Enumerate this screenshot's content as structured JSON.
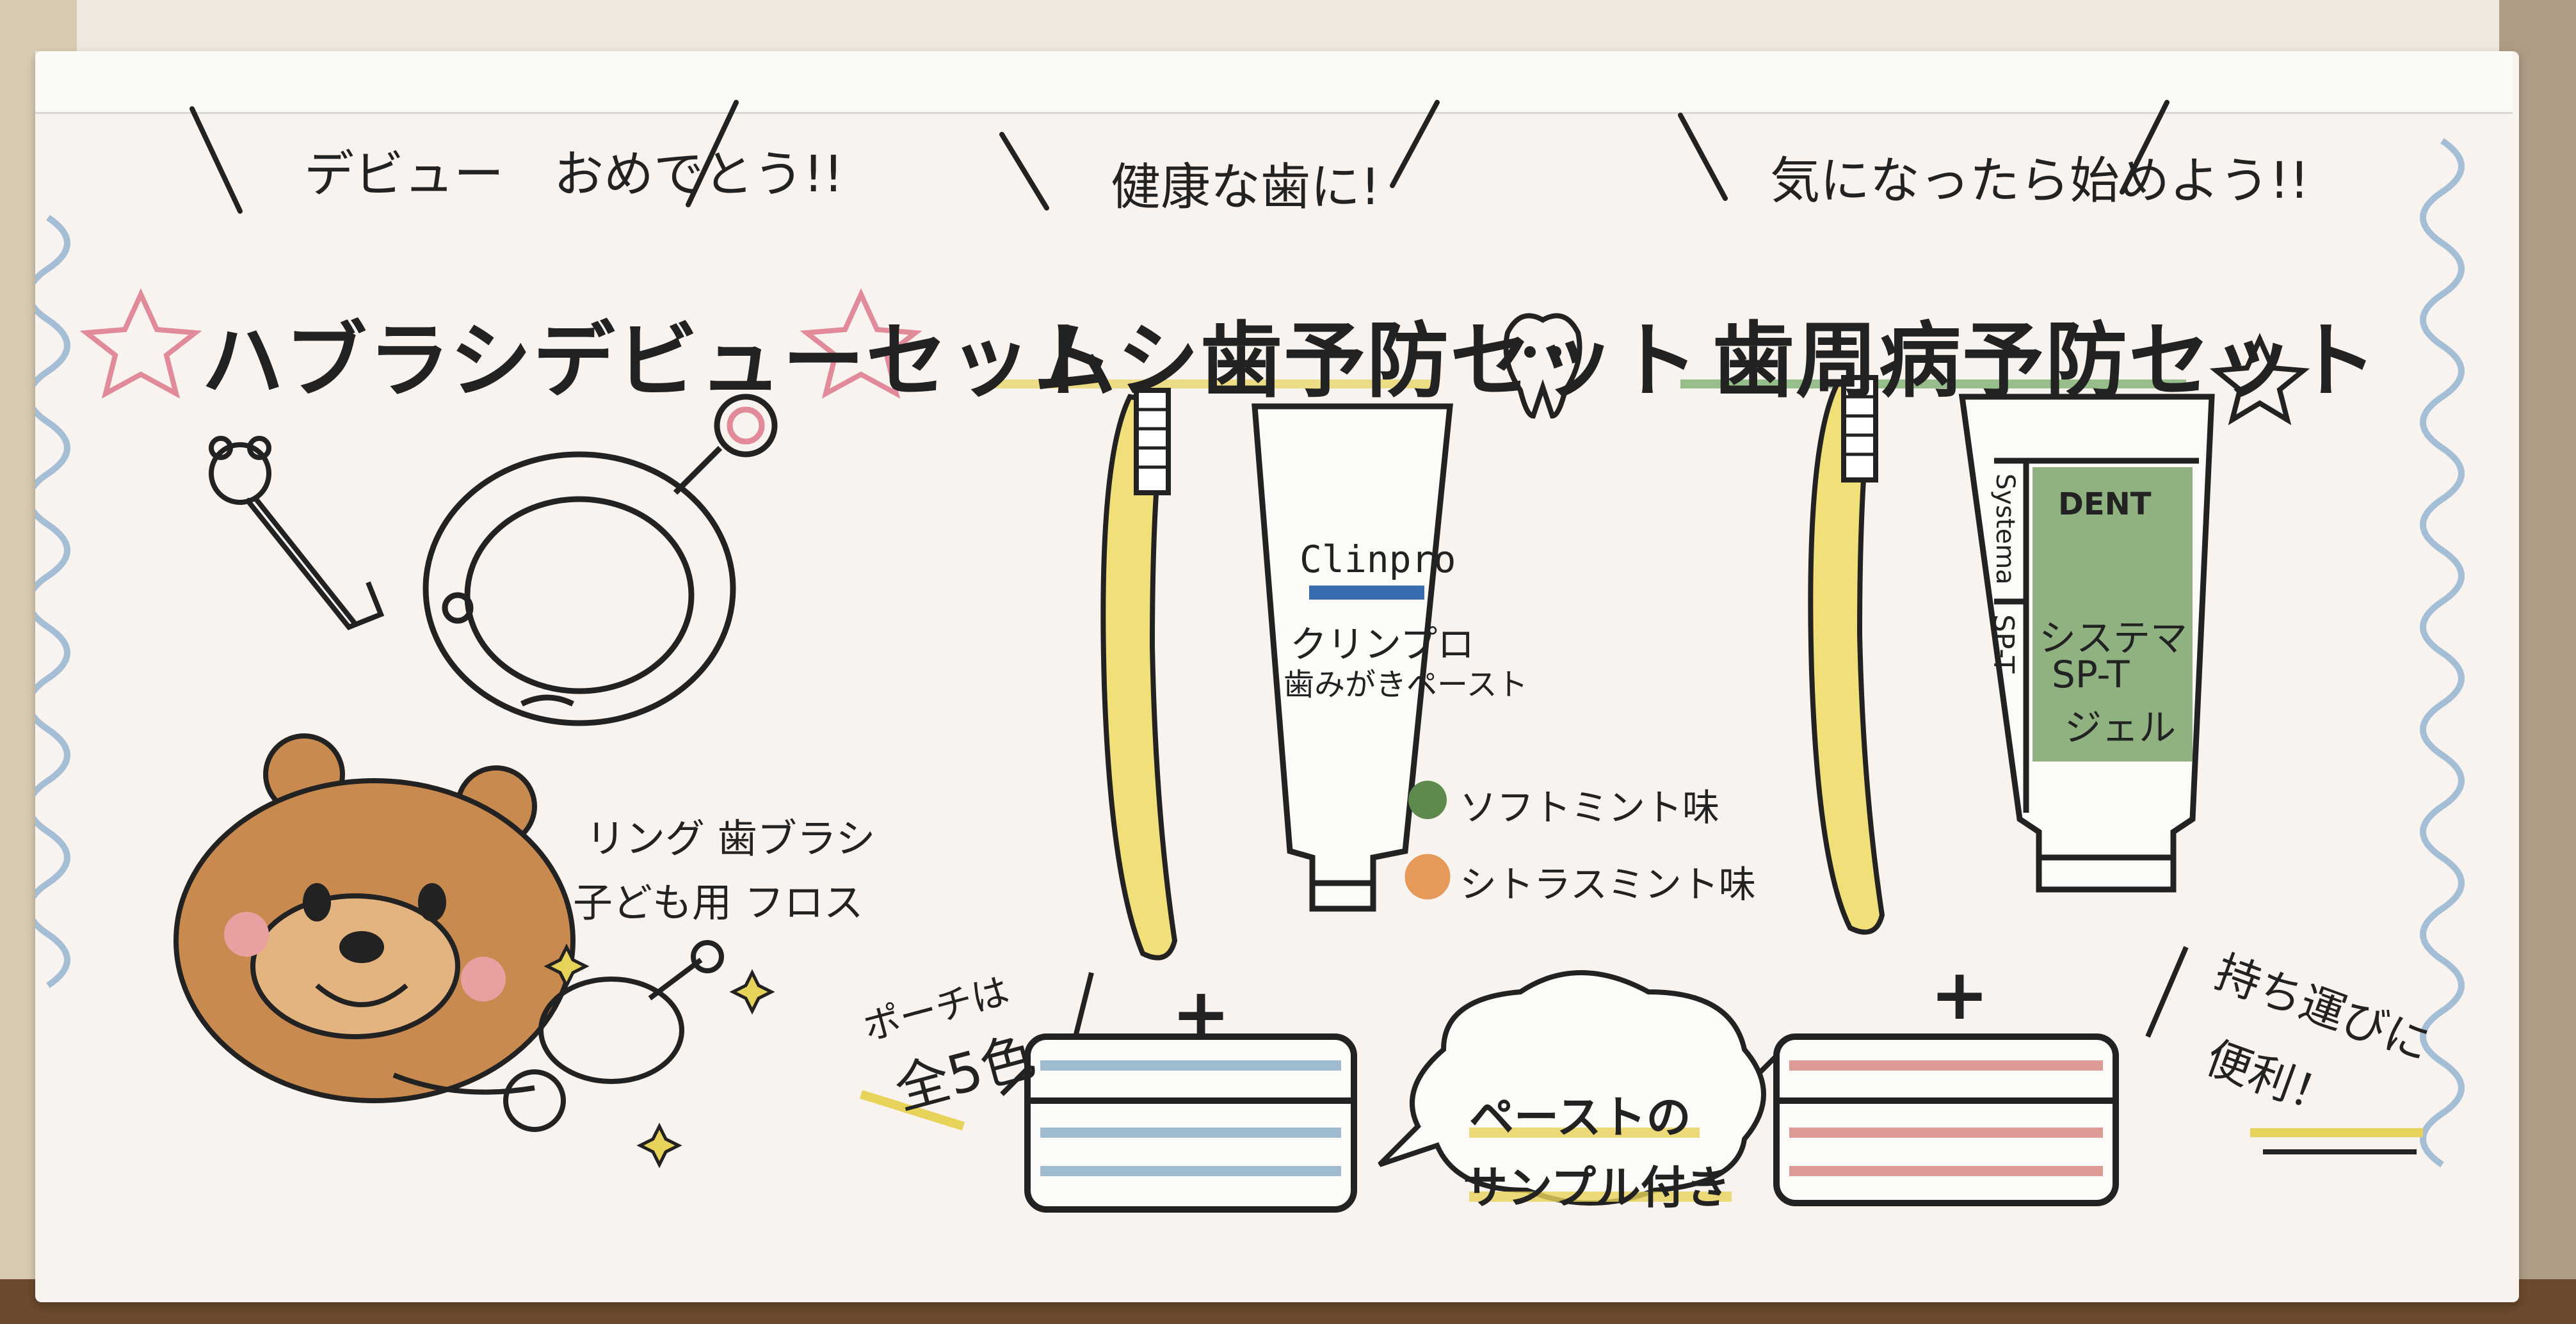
{
  "sets": [
    {
      "tagline": "デビュー　おめでとう!!",
      "title": "ハブラシデビューセット",
      "items": [
        "リング 歯ブラシ",
        "子ども用 フロス"
      ]
    },
    {
      "tagline": "健康な歯に!",
      "title": "ムシ歯予防セット",
      "paste_brand": "Clinpro",
      "paste_name_line1": "クリンプロ",
      "paste_name_line2": "歯みがきペースト",
      "flavors": [
        "ソフトミント味",
        "シトラスミント味"
      ]
    },
    {
      "tagline": "気になったら始めよう!!",
      "title": "歯周病予防セット",
      "paste_brand_top": "DENT",
      "paste_side_1": "Systema",
      "paste_side_2": "SP-T",
      "paste_name_line1": "システマ",
      "paste_name_line2": "SP-T",
      "paste_name_line3": "ジェル"
    }
  ],
  "pouch_note": {
    "line1": "ポーチは",
    "line2": "全5色"
  },
  "sample_bubble": {
    "line1": "ペーストの",
    "line2": "サンプル付き"
  },
  "portable_note": {
    "line1": "持ち運びに",
    "line2": "便利！"
  },
  "plus_sign": "+",
  "colors": {
    "paper": "#f8f3ee",
    "ink": "#222222",
    "yellow": "#e8d35a",
    "blue_stripe": "#8fb0c8",
    "red_stripe": "#d88a86",
    "green_gel": "#5e8a4e",
    "orange": "#e59a5a",
    "bear": "#c98a50"
  }
}
